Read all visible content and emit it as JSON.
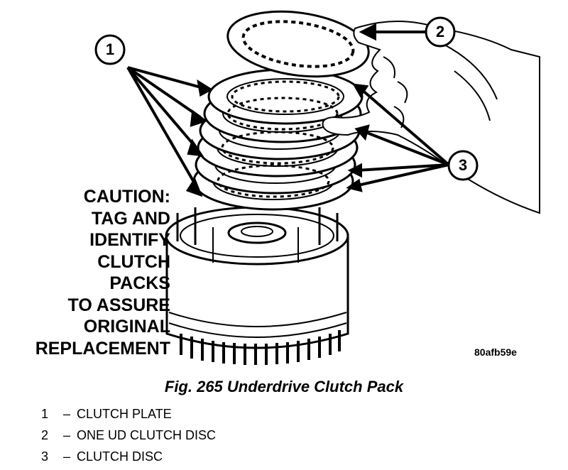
{
  "caution_lines": [
    "CAUTION:",
    "TAG AND",
    "IDENTIFY",
    "CLUTCH",
    "PACKS",
    "TO ASSURE",
    "ORIGINAL",
    "REPLACEMENT"
  ],
  "callouts": [
    {
      "number": "1"
    },
    {
      "number": "2"
    },
    {
      "number": "3"
    }
  ],
  "reference_code": "80afb59e",
  "figure_title": "Fig. 265 Underdrive Clutch Pack",
  "legend": [
    {
      "number": "1",
      "dash": "–",
      "label": "CLUTCH PLATE"
    },
    {
      "number": "2",
      "dash": "–",
      "label": "ONE UD CLUTCH DISC"
    },
    {
      "number": "3",
      "dash": "–",
      "label": "CLUTCH DISC"
    }
  ]
}
